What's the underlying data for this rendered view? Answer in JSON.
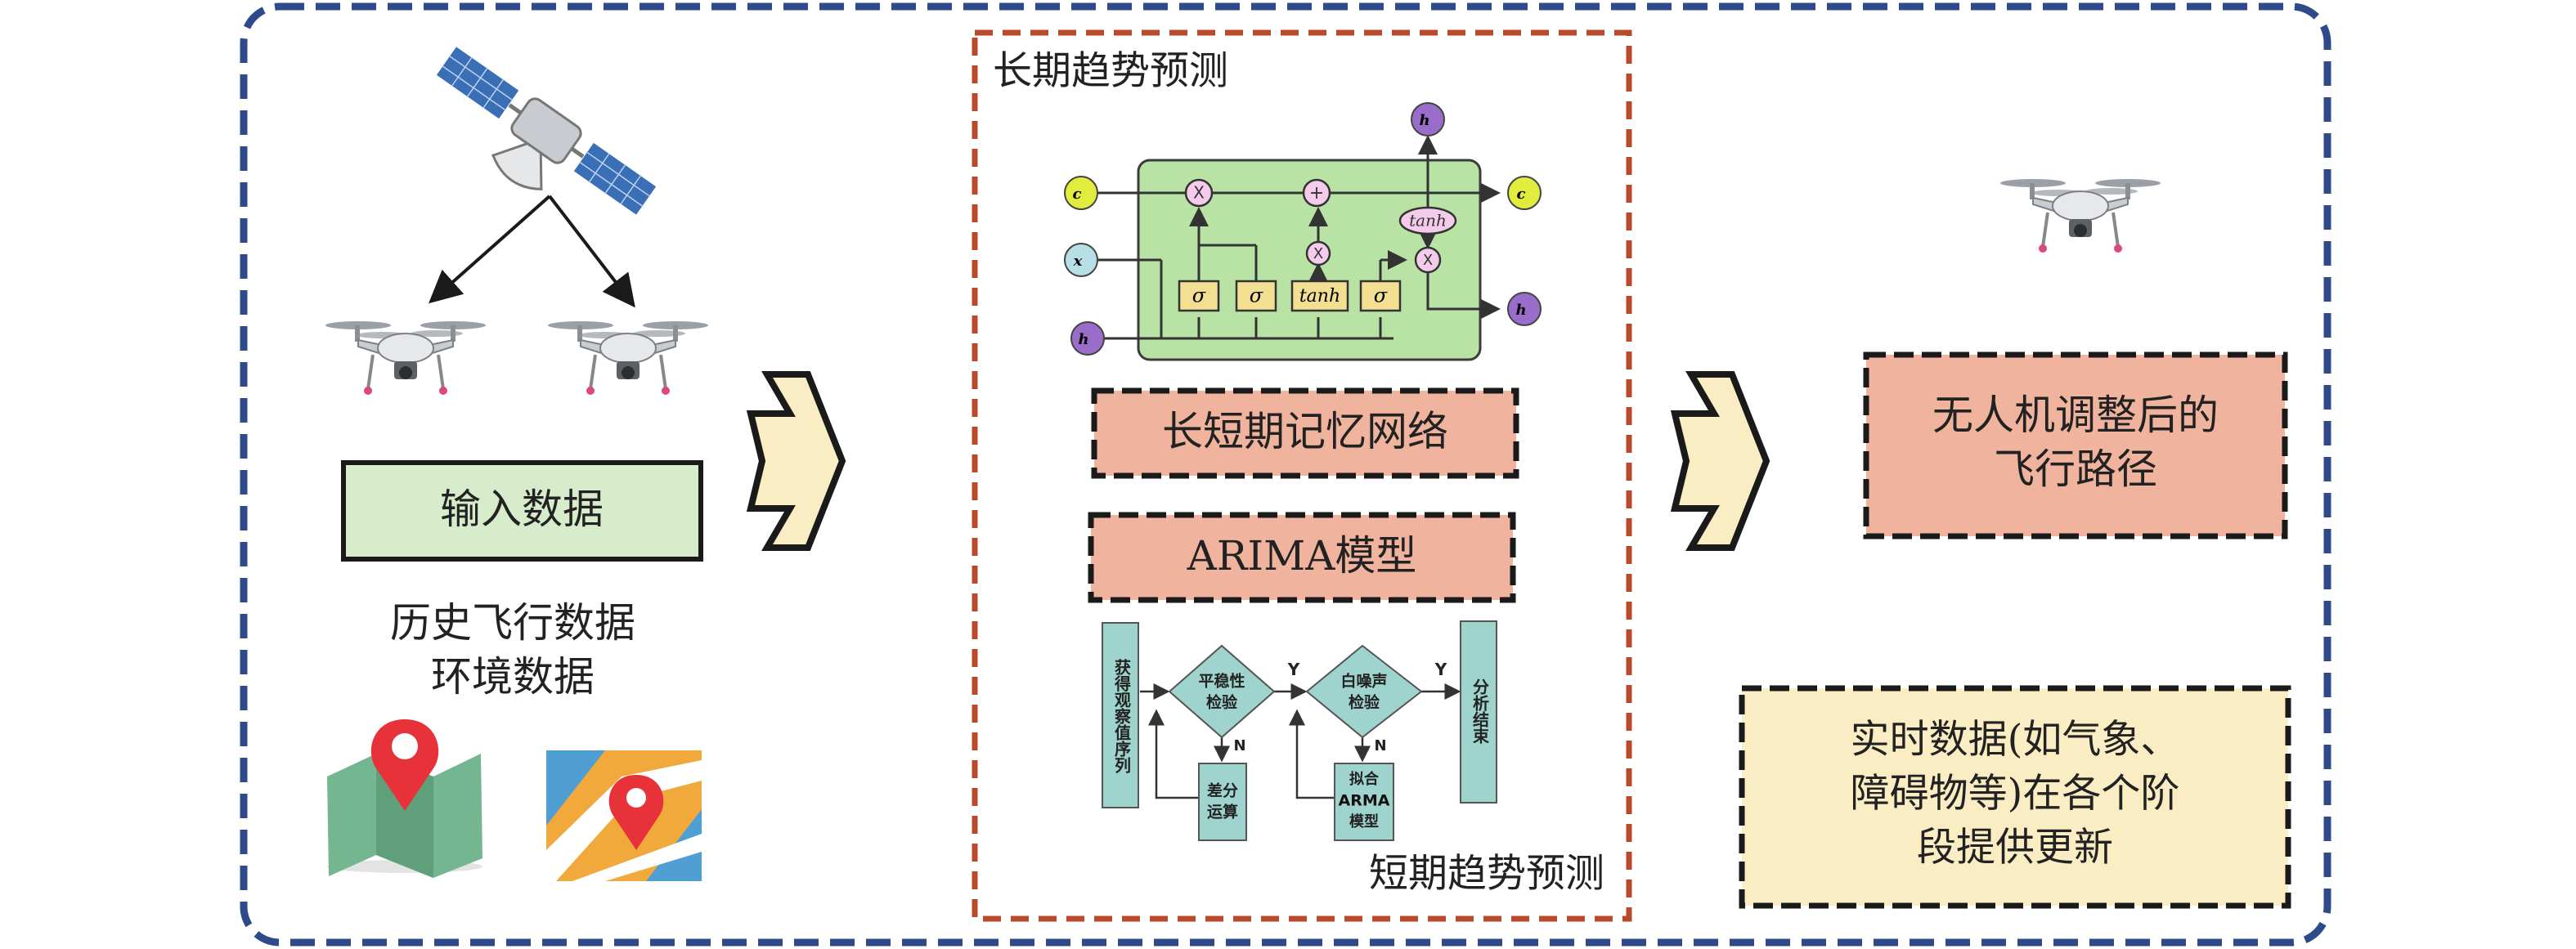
{
  "colors": {
    "outer_border": "#2f4a8a",
    "middle_border": "#b8492a",
    "salmon_box": "#f0b39e",
    "green_box": "#d6ecca",
    "yellow_box": "#fbedc3",
    "arrow_fill": "#fbedc3",
    "lstm_cell": "#b9e3a4",
    "lstm_gate": "#f3df92",
    "node_yellow": "#e2ec3c",
    "node_blue": "#b6dfe6",
    "node_purple": "#9b6dca",
    "op_pink": "#f4cbea",
    "flow_teal": "#9fd3ce",
    "map_green": "#74b68f",
    "pin_red": "#e8323a"
  },
  "left": {
    "input_label": "输入数据",
    "sources_line1": "历史飞行数据",
    "sources_line2": "环境数据",
    "icons": [
      "satellite-icon",
      "drone-icon",
      "drone-icon",
      "map-pin-icon",
      "map-location-icon"
    ]
  },
  "middle": {
    "long_term_title": "长期趋势预测",
    "short_term_title": "短期趋势预测",
    "lstm_label": "长短期记忆网络",
    "arima_label": "ARIMA模型",
    "lstm_diagram": {
      "inputs": [
        "c",
        "x",
        "h"
      ],
      "outputs": [
        "c",
        "h",
        "h"
      ],
      "gates": [
        "σ",
        "σ",
        "tanh",
        "σ"
      ],
      "ops": [
        "X",
        "+",
        "X",
        "X"
      ],
      "tanh_op": "tanh"
    },
    "arima_flow": {
      "start": "获得观察值序列",
      "check1": [
        "平稳性",
        "检验"
      ],
      "check2": [
        "白噪声",
        "检验"
      ],
      "diff": [
        "差分",
        "运算"
      ],
      "fit": [
        "拟合",
        "ARMA",
        "模型"
      ],
      "end": "分析结束",
      "yes": "Y",
      "no": "N"
    }
  },
  "right": {
    "result_line1": "无人机调整后的",
    "result_line2": "飞行路径",
    "update_line1": "实时数据(如气象、",
    "update_line2": "障碍物等)在各个阶",
    "update_line3": "段提供更新",
    "icons": [
      "drone-icon"
    ]
  }
}
